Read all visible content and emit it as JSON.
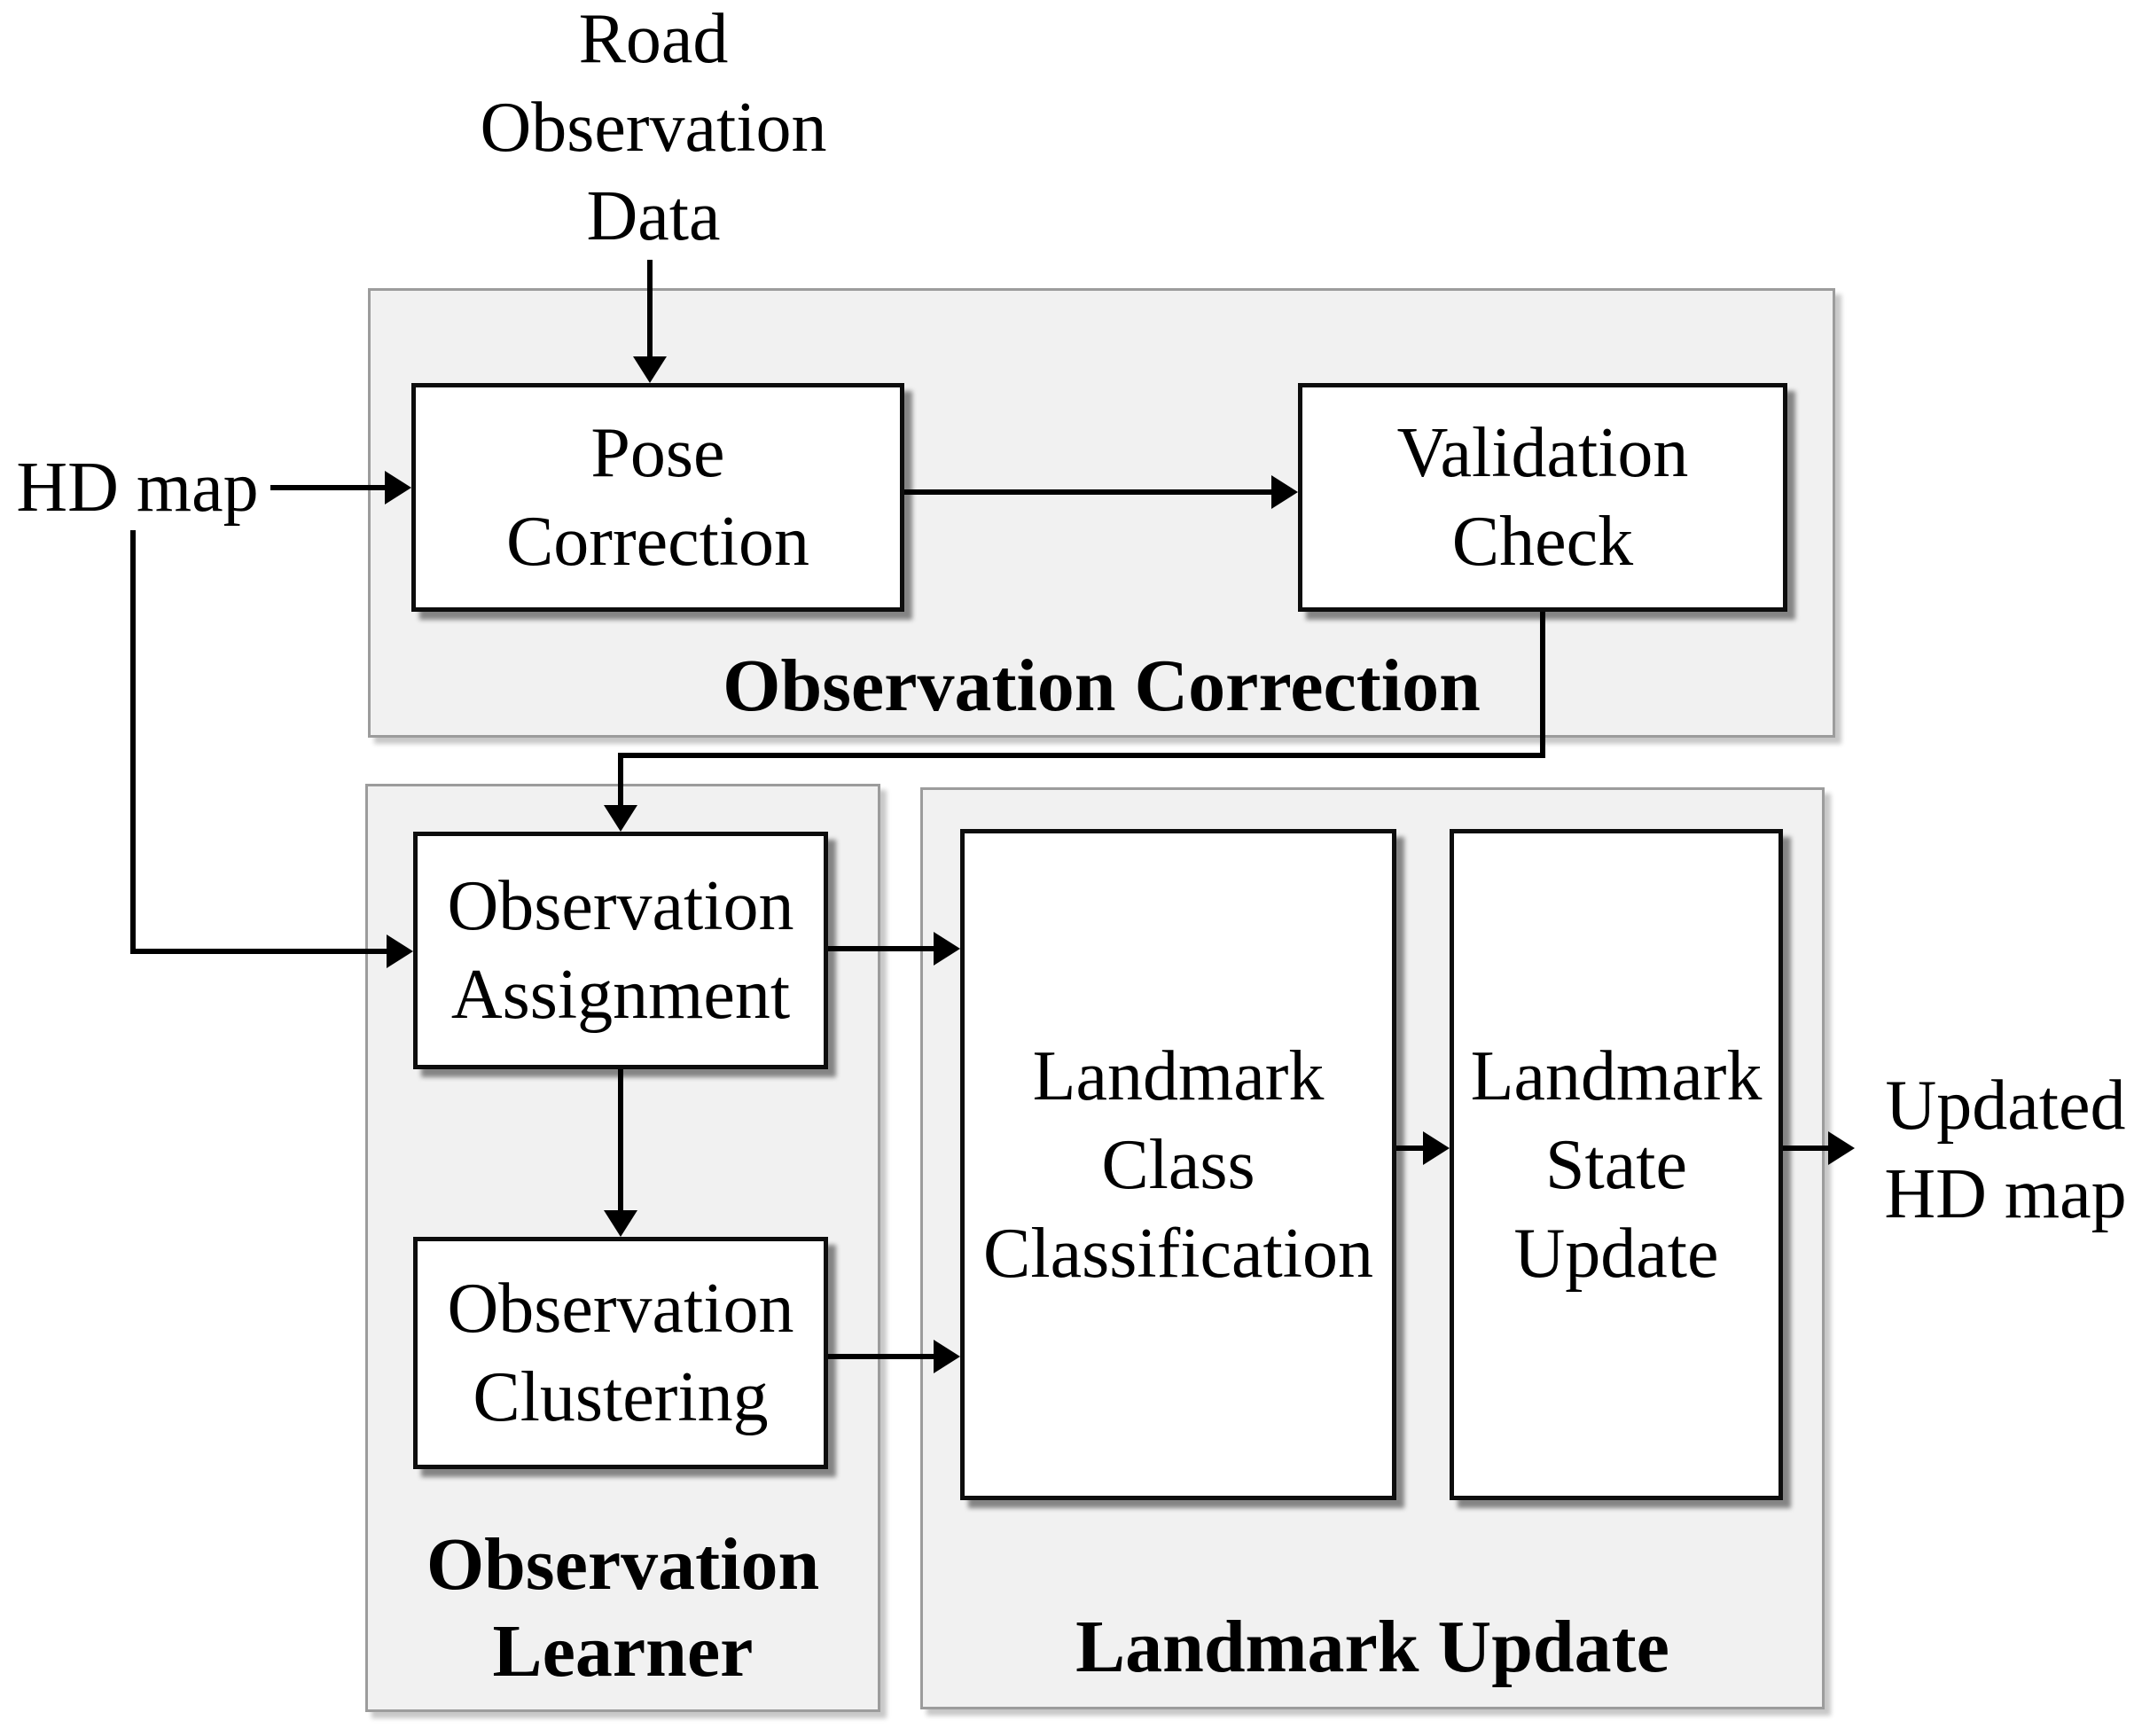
{
  "diagram": {
    "inputs": {
      "road_observation_data": [
        "Road",
        "Observation",
        "Data"
      ],
      "hd_map": "HD map"
    },
    "outputs": {
      "updated_hd_map": [
        "Updated",
        "HD map"
      ]
    },
    "sections": {
      "observation_correction": {
        "label": "Observation Correction"
      },
      "observation_learner": {
        "label": [
          "Observation",
          "Learner"
        ]
      },
      "landmark_update": {
        "label": "Landmark Update"
      }
    },
    "nodes": {
      "pose_correction": {
        "label": [
          "Pose",
          "Correction"
        ]
      },
      "validation_check": {
        "label": [
          "Validation",
          "Check"
        ]
      },
      "observation_assignment": {
        "label": [
          "Observation",
          "Assignment"
        ]
      },
      "observation_clustering": {
        "label": [
          "Observation",
          "Clustering"
        ]
      },
      "landmark_class_classification": {
        "label": [
          "Landmark",
          "Class",
          "Classification"
        ]
      },
      "landmark_state_update": {
        "label": [
          "Landmark",
          "State",
          "Update"
        ]
      }
    },
    "edges": [
      {
        "from": "road_observation_data",
        "to": "pose_correction"
      },
      {
        "from": "hd_map",
        "to": "pose_correction"
      },
      {
        "from": "pose_correction",
        "to": "validation_check"
      },
      {
        "from": "validation_check",
        "to": "observation_assignment"
      },
      {
        "from": "hd_map",
        "to": "observation_assignment"
      },
      {
        "from": "observation_assignment",
        "to": "landmark_class_classification"
      },
      {
        "from": "observation_assignment",
        "to": "observation_clustering"
      },
      {
        "from": "observation_clustering",
        "to": "landmark_class_classification"
      },
      {
        "from": "landmark_class_classification",
        "to": "landmark_state_update"
      },
      {
        "from": "landmark_state_update",
        "to": "updated_hd_map"
      }
    ],
    "colors": {
      "background": "#ffffff",
      "section_fill": "#f1f1f1",
      "section_border": "#9c9c9c",
      "node_fill": "#ffffff",
      "node_border": "#0d0d0d",
      "connector": "#000000",
      "text": "#000000"
    }
  }
}
